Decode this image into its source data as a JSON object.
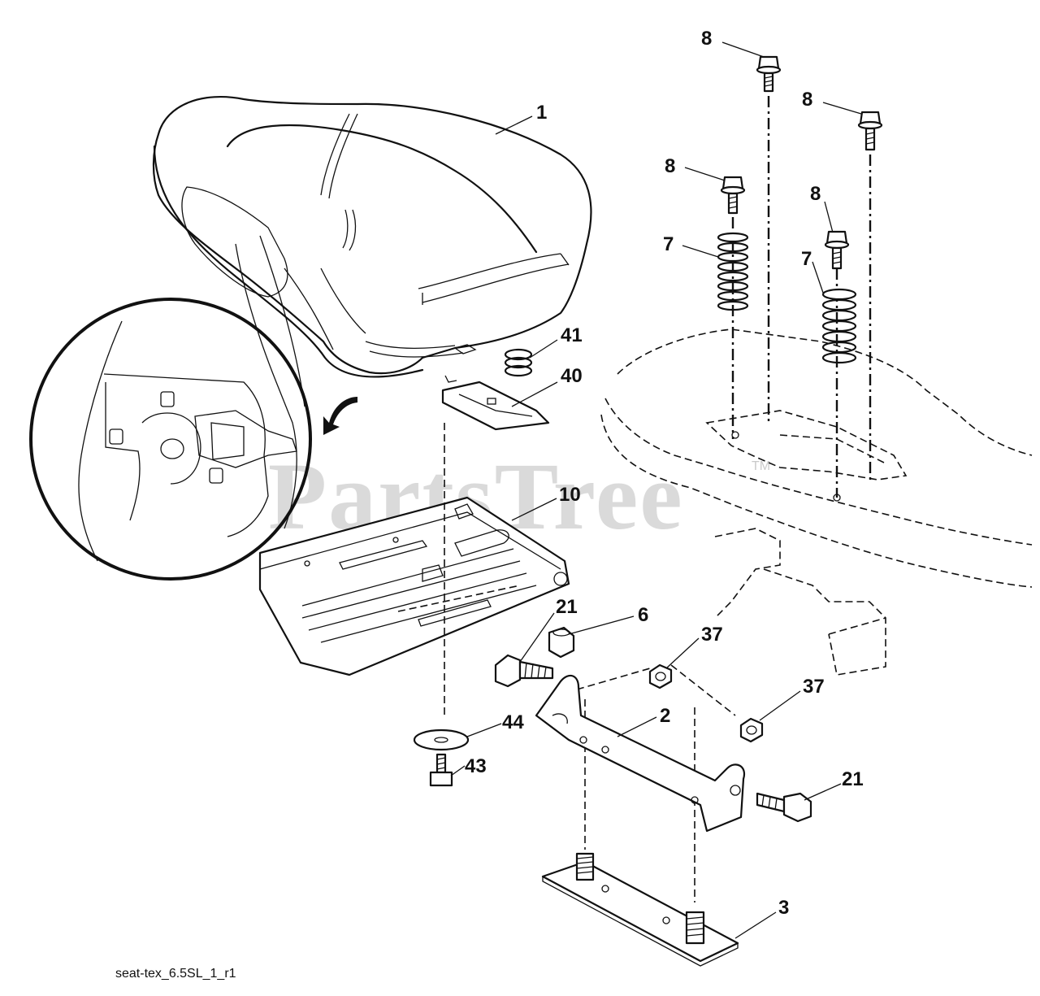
{
  "diagram": {
    "reference_code": "seat-tex_6.5SL_1_r1",
    "watermark": "PartsTree",
    "watermark_mark": "TM",
    "callouts": [
      {
        "id": "part-1",
        "label": "1"
      },
      {
        "id": "part-8a",
        "label": "8"
      },
      {
        "id": "part-8b",
        "label": "8"
      },
      {
        "id": "part-8c",
        "label": "8"
      },
      {
        "id": "part-8d",
        "label": "8"
      },
      {
        "id": "part-7a",
        "label": "7"
      },
      {
        "id": "part-7b",
        "label": "7"
      },
      {
        "id": "part-41",
        "label": "41"
      },
      {
        "id": "part-40",
        "label": "40"
      },
      {
        "id": "part-10",
        "label": "10"
      },
      {
        "id": "part-21a",
        "label": "21"
      },
      {
        "id": "part-6",
        "label": "6"
      },
      {
        "id": "part-37a",
        "label": "37"
      },
      {
        "id": "part-37b",
        "label": "37"
      },
      {
        "id": "part-2",
        "label": "2"
      },
      {
        "id": "part-44",
        "label": "44"
      },
      {
        "id": "part-43",
        "label": "43"
      },
      {
        "id": "part-21b",
        "label": "21"
      },
      {
        "id": "part-3",
        "label": "3"
      }
    ]
  }
}
